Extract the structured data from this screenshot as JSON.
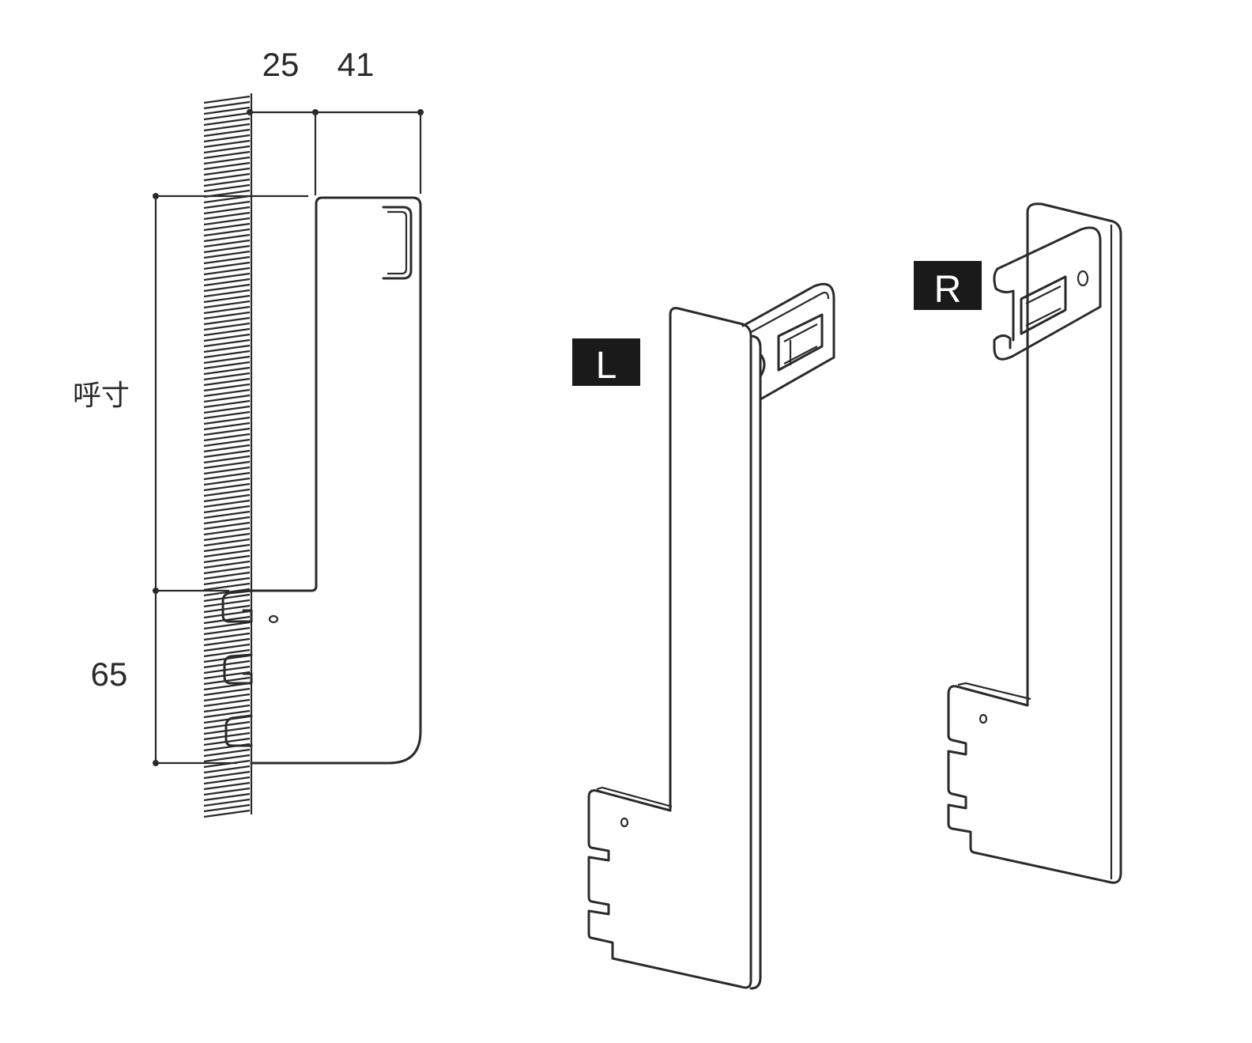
{
  "dimensions": {
    "depth_wall": "25",
    "depth_bracket": "41",
    "nominal_size": "呼寸",
    "hook_span": "65"
  },
  "badges": {
    "left": "L",
    "right": "R"
  },
  "colors": {
    "line": "#2a2a2a",
    "badge_bg": "#1a1a1a",
    "badge_text": "#ffffff"
  }
}
